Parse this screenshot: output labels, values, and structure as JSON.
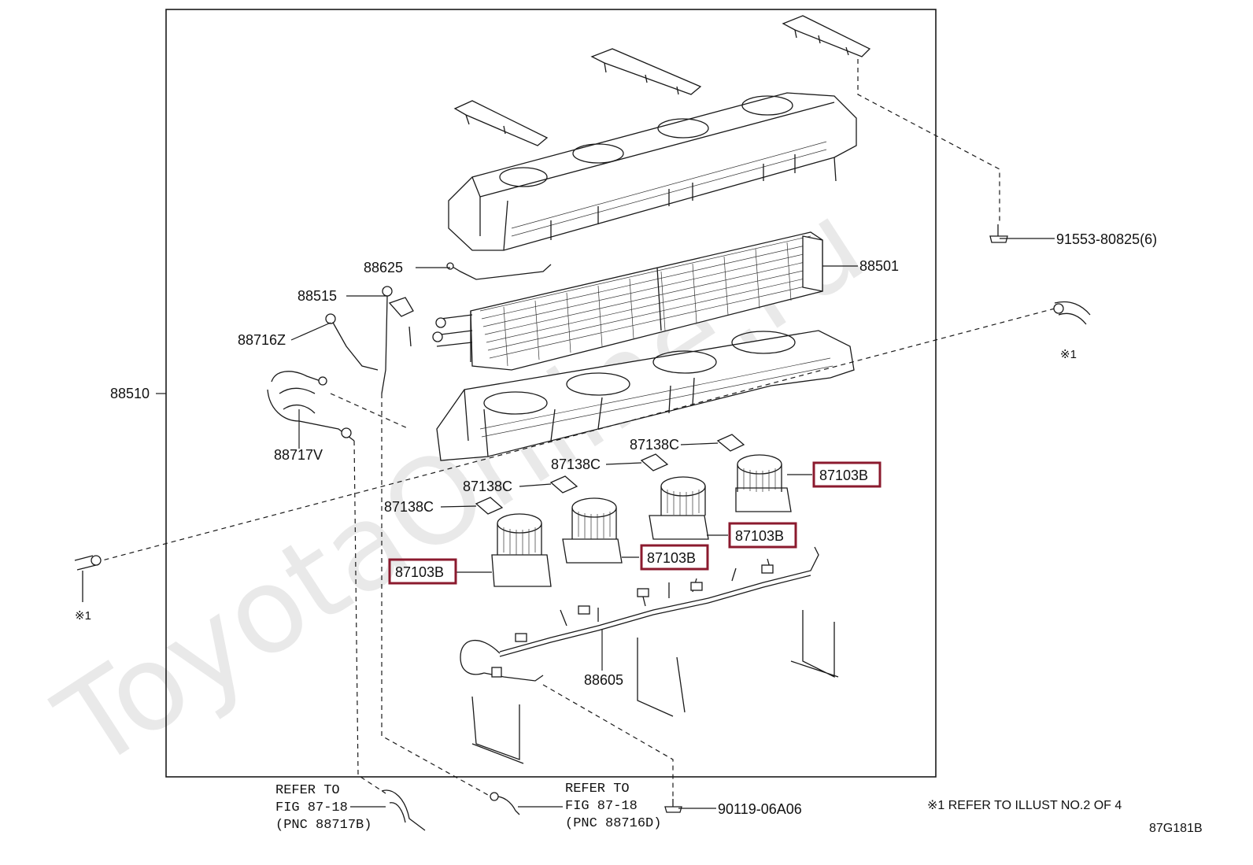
{
  "diagram": {
    "watermark": "ToyotaOnline.ru",
    "code": "87G181B",
    "footnote": "※1 REFER TO ILLUST NO.2 OF 4",
    "marker_right": "※1",
    "marker_left": "※1",
    "labels": {
      "p91553": "91553-80825(6)",
      "p88501": "88501",
      "p88625": "88625",
      "p88515": "88515",
      "p88716z": "88716Z",
      "p88510": "88510",
      "p88717v": "88717V",
      "p87138c_1": "87138C",
      "p87138c_2": "87138C",
      "p87138c_3": "87138C",
      "p87138c_4": "87138C",
      "p88605": "88605",
      "p90119": "90119-06A06"
    },
    "highlighted": {
      "h1": "87103B",
      "h2": "87103B",
      "h3": "87103B",
      "h4": "87103B"
    },
    "highlight_color": "#8b1a2e",
    "refer_left": [
      "REFER TO",
      "FIG 87-18",
      "(PNC 88717B)"
    ],
    "refer_right": [
      "REFER TO",
      "FIG 87-18",
      "(PNC 88716D)"
    ]
  }
}
